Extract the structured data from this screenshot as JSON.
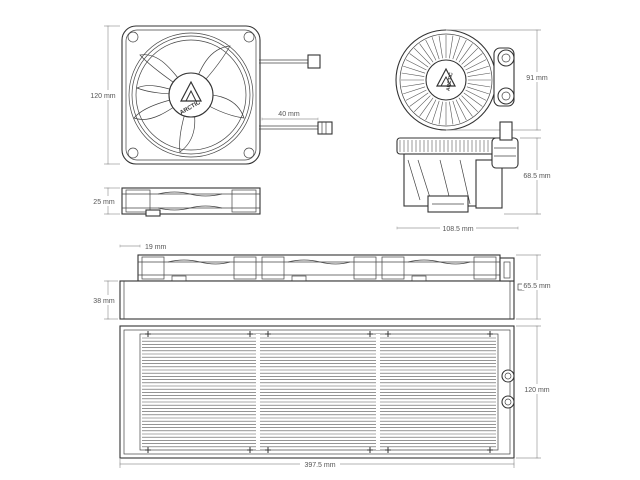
{
  "fan": {
    "logo": "ARCTIC",
    "height_label": "120 mm",
    "cable_label": "40 mm",
    "thickness_label": "25 mm"
  },
  "pump": {
    "logo": "ARCTIC",
    "top_label": "91 mm",
    "height_label": "68.5 mm",
    "width_label": "108.5 mm"
  },
  "radiator": {
    "offset_label": "19 mm",
    "fan_stack_label": "65.5 mm",
    "thickness_label": "38 mm",
    "width_label": "120 mm",
    "length_label": "397.5 mm"
  },
  "colors": {
    "line": "#333333",
    "dimension": "#9a9a9a",
    "text": "#555555"
  }
}
